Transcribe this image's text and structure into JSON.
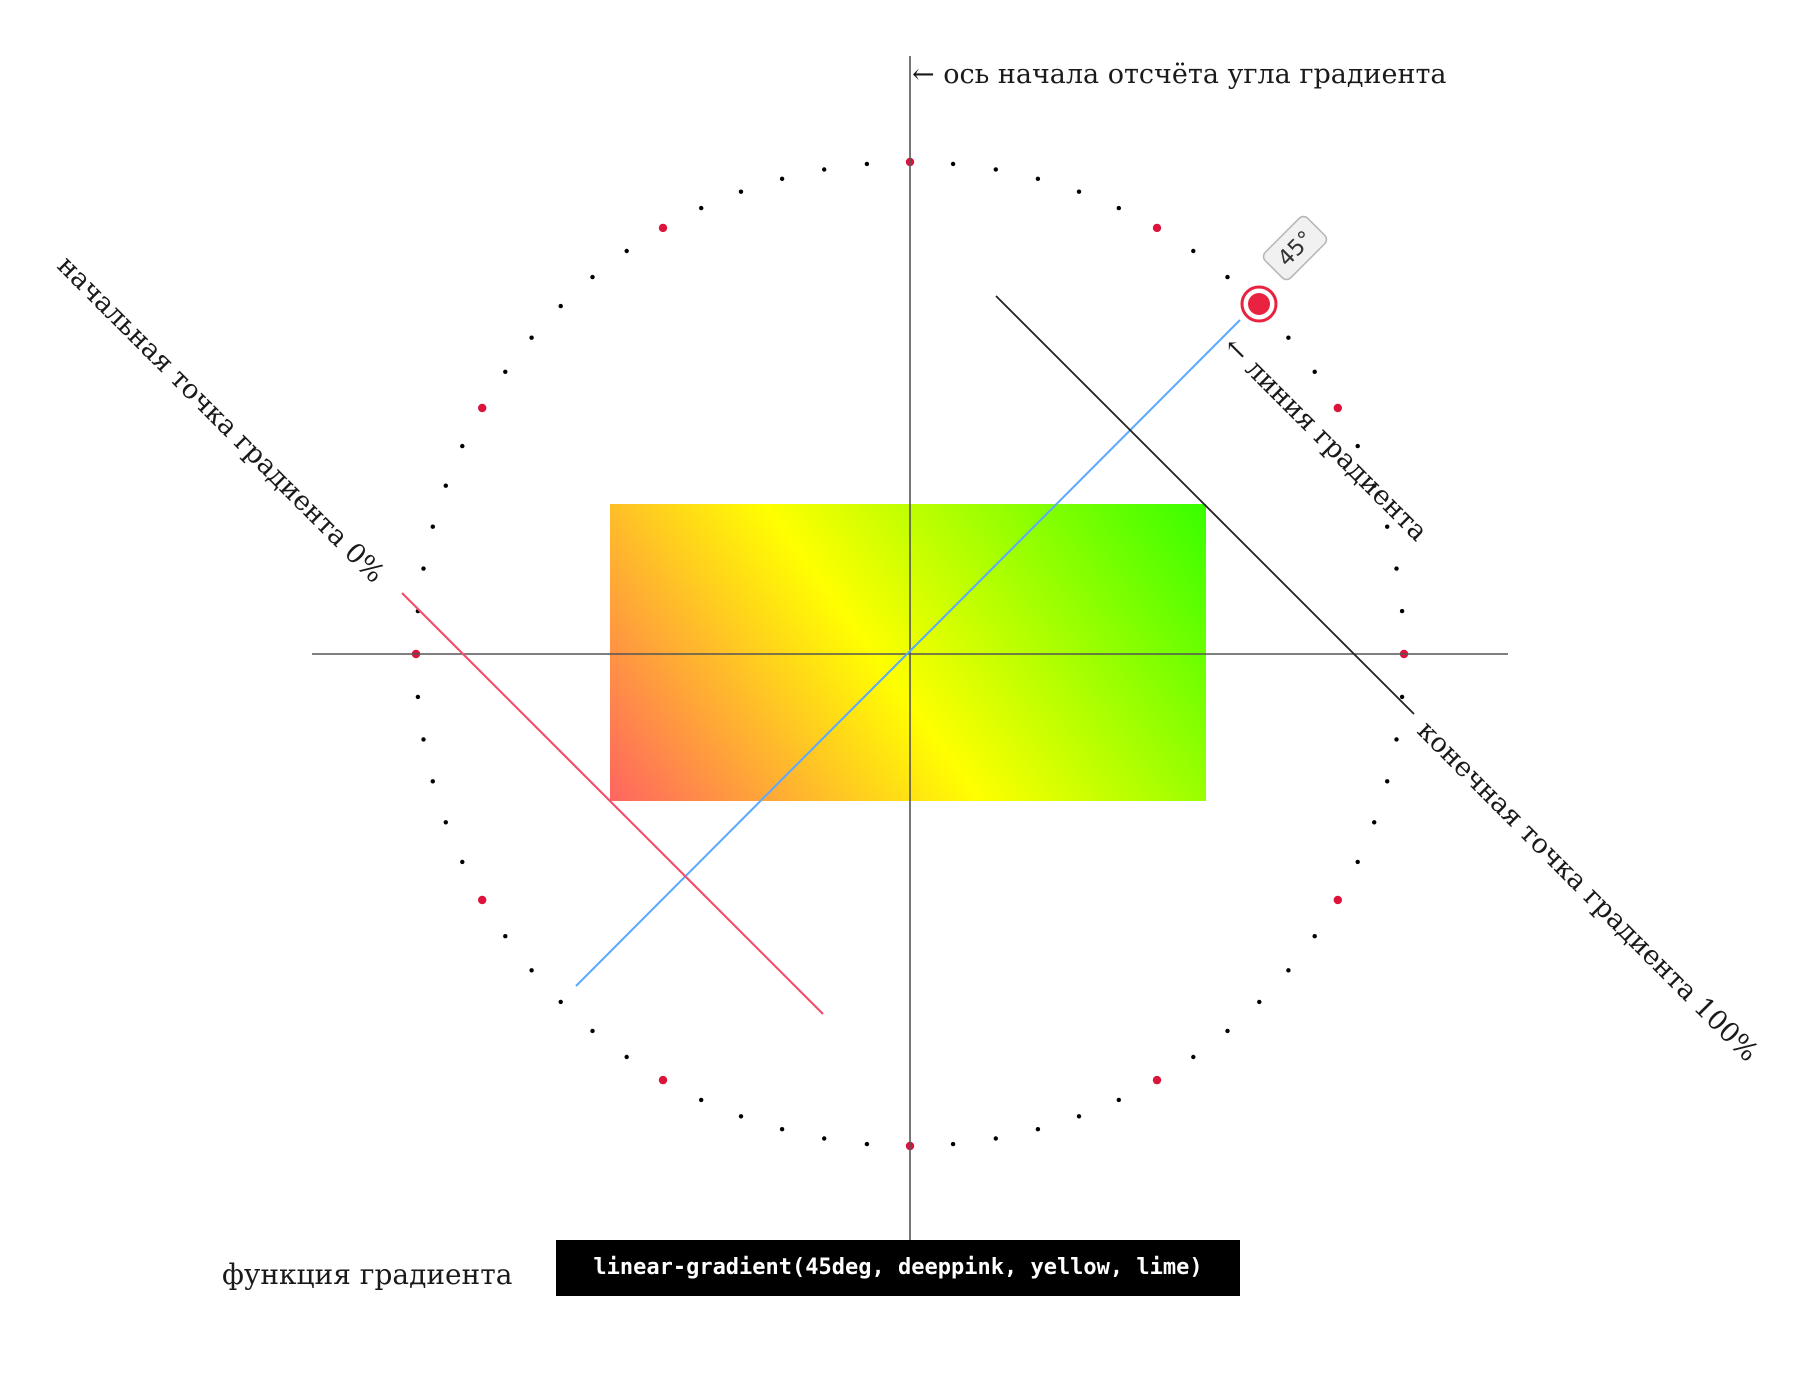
{
  "labels": {
    "axis_origin": "← ось начала отсчёта угла градиента",
    "start_point": "начальная точка градиента 0%",
    "gradient_line": "← линия градиента",
    "end_point": "конечная точка градиента 100%",
    "function_label": "функция градиента"
  },
  "angle_badge": "45°",
  "code": "linear-gradient(45deg, deeppink, yellow, lime)",
  "gradient": {
    "angle_deg": 45,
    "stops": [
      "#ff1493",
      "#ffff00",
      "#00ff00"
    ]
  },
  "dial": {
    "dot_count": 72,
    "major_every": 6,
    "major_color": "#dc143c",
    "minor_color": "#000000"
  },
  "colors": {
    "axis": "#555555",
    "gradient_line": "#5aa9ff",
    "start_line": "#f0506e",
    "end_line": "#222222",
    "knob": "#e8223f"
  }
}
